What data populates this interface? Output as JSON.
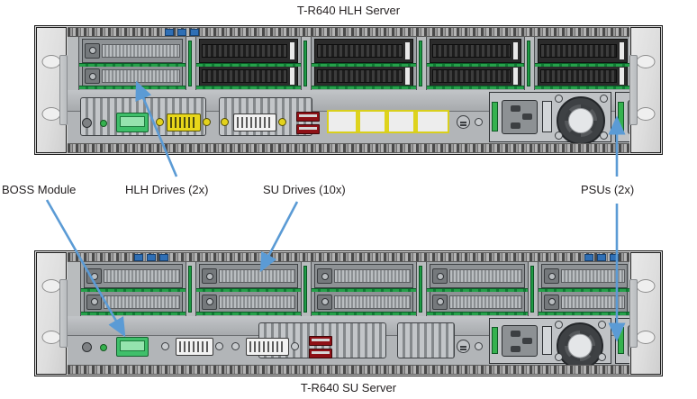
{
  "diagram": {
    "top_title": "T-R640 HLH Server",
    "bottom_title": "T-R640 SU Server"
  },
  "callouts": [
    {
      "id": "boss",
      "label": "BOSS Module"
    },
    {
      "id": "hlh-drives",
      "label": "HLH Drives (2x)"
    },
    {
      "id": "su-drives",
      "label": "SU Drives (10x)"
    },
    {
      "id": "psus",
      "label": "PSUs (2x)"
    }
  ],
  "colors": {
    "annotation_blue": "#5b9bd5",
    "chassis_grey": "#b9bcbe",
    "rack_ear_grey": "#dedede",
    "psu_handle_green": "#35b24f",
    "drive_rail_green": "#25a14a",
    "serial_yellow": "#e8d71a",
    "usb_red": "#8e1016",
    "text": "#231f20"
  }
}
